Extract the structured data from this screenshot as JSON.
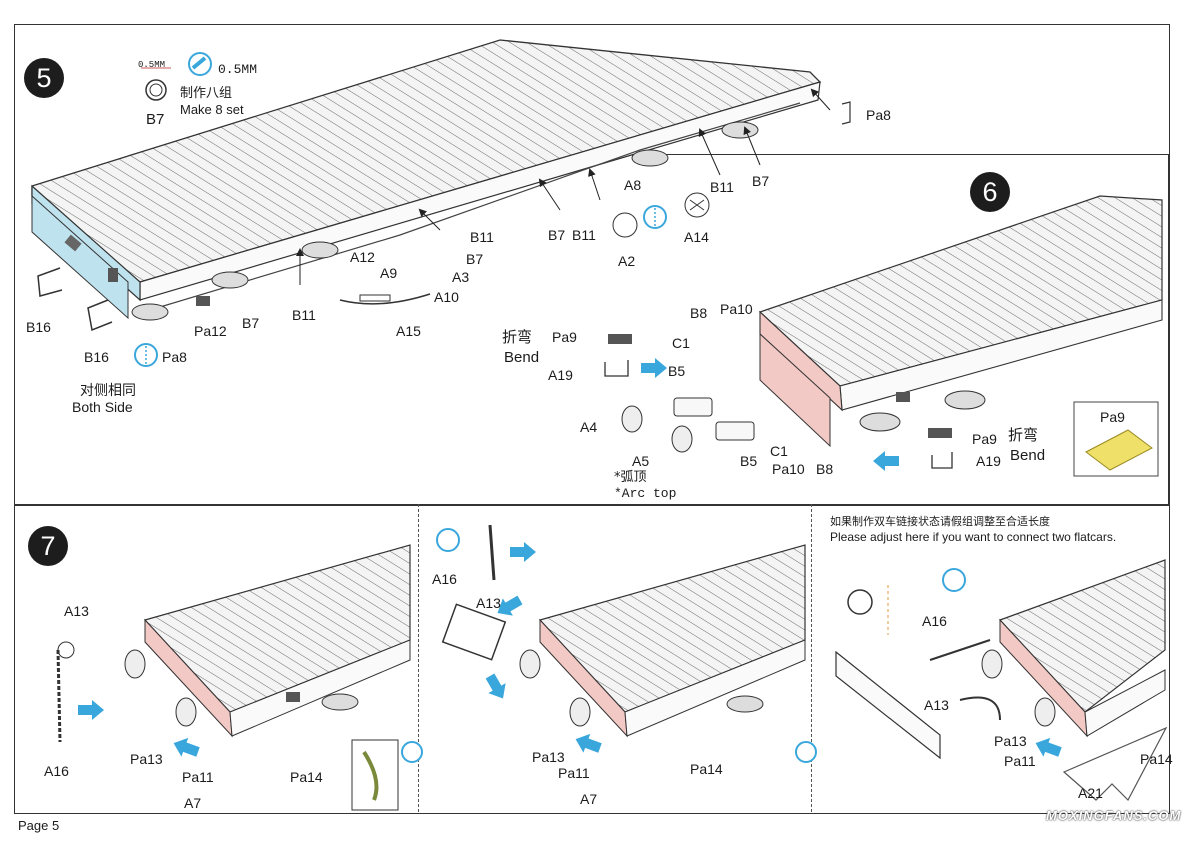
{
  "page": {
    "label": "Page 5",
    "watermark": "MOXINGFANS.COM"
  },
  "step5": {
    "number": "5",
    "size_small": "0.5MM",
    "size_icon": "0.5MM",
    "make_cn": "制作八组",
    "make_en": "Make 8 set",
    "both_cn": "对侧相同",
    "both_en": "Both Side",
    "parts": {
      "b7_ring": "B7",
      "pa8_top": "Pa8",
      "a8": "A8",
      "b11_a": "B11",
      "b7_a": "B7",
      "b7_b": "B7",
      "b11_b": "B11",
      "a14": "A14",
      "a2": "A2",
      "b11_c": "B11",
      "a12": "A12",
      "b7_c": "B7",
      "a9": "A9",
      "a3": "A3",
      "a10": "A10",
      "b11_d": "B11",
      "a15": "A15",
      "pa12": "Pa12",
      "b7_d": "B7",
      "b16_a": "B16",
      "b16_b": "B16",
      "pa8_b": "Pa8"
    }
  },
  "step6": {
    "number": "6",
    "bend_cn_1": "折弯",
    "bend_en_1": "Bend",
    "bend_cn_2": "折弯",
    "bend_en_2": "Bend",
    "arc_cn": "*弧顶",
    "arc_en": "*Arc top",
    "parts": {
      "pa9_a": "Pa9",
      "a19_a": "A19",
      "b8_a": "B8",
      "pa10_a": "Pa10",
      "c1_a": "C1",
      "b5_a": "B5",
      "a4": "A4",
      "a5": "A5",
      "b5_b": "B5",
      "c1_b": "C1",
      "pa10_b": "Pa10",
      "b8_b": "B8",
      "pa9_b": "Pa9",
      "a19_b": "A19",
      "pa9_inset": "Pa9"
    }
  },
  "step7": {
    "number": "7",
    "note_cn": "如果制作双车链接状态请假组调整至合适长度",
    "note_en": "Please adjust here if you want to connect two flatcars.",
    "left": {
      "a13": "A13",
      "a16": "A16",
      "pa13": "Pa13",
      "pa11": "Pa11",
      "pa14": "Pa14",
      "a7": "A7"
    },
    "mid": {
      "a16": "A16",
      "a13": "A13",
      "pa13": "Pa13",
      "pa11": "Pa11",
      "pa14": "Pa14",
      "a7": "A7"
    },
    "right": {
      "a16": "A16",
      "a13": "A13",
      "pa13": "Pa13",
      "pa11": "Pa11",
      "pa14": "Pa14",
      "a21": "A21"
    }
  },
  "colors": {
    "end_blue": "#bfe2ef",
    "end_red": "#f2c9c4",
    "arrow": "#3aa7dc",
    "yellow": "#efe06a"
  },
  "icons": [
    "glue-icon",
    "symmetric-icon",
    "arrow-icon"
  ]
}
